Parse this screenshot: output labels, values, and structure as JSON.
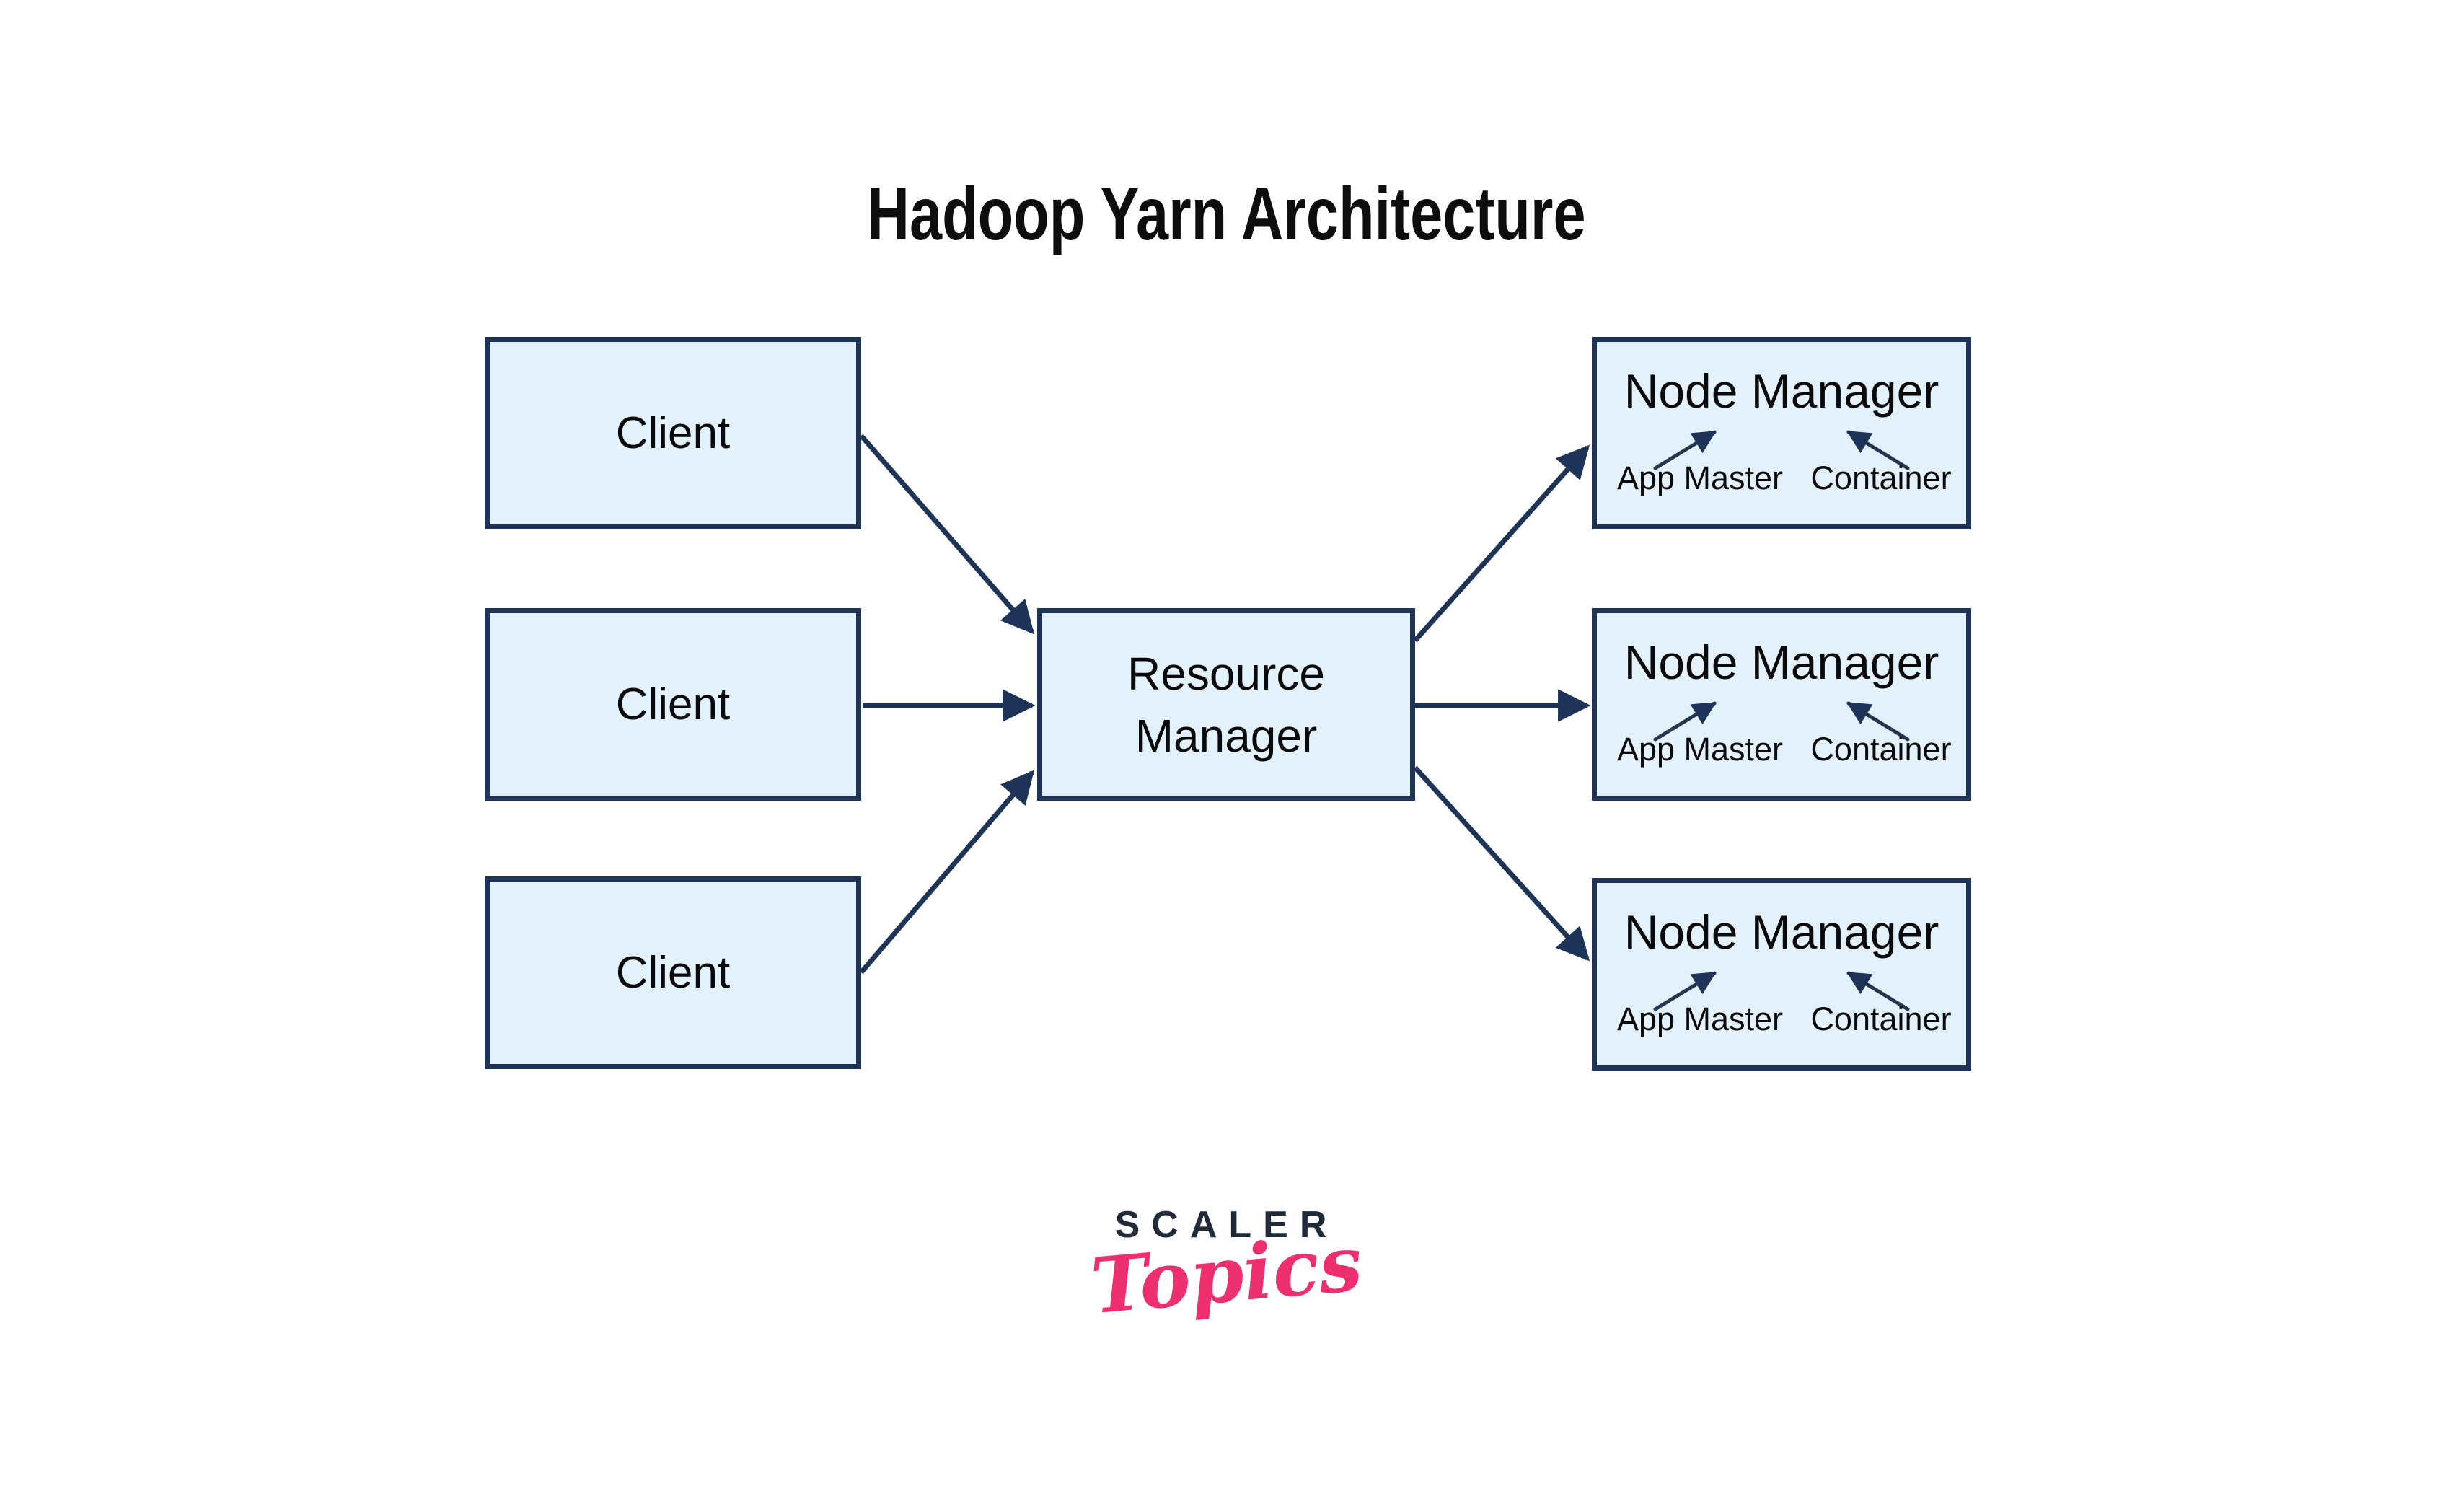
{
  "title": "Hadoop Yarn Architecture",
  "clients": [
    {
      "label": "Client"
    },
    {
      "label": "Client"
    },
    {
      "label": "Client"
    }
  ],
  "resource_manager": {
    "line1": "Resource",
    "line2": "Manager"
  },
  "node_managers": [
    {
      "title": "Node Manager",
      "left_label": "App Master",
      "right_label": "Container"
    },
    {
      "title": "Node Manager",
      "left_label": "App Master",
      "right_label": "Container"
    },
    {
      "title": "Node Manager",
      "left_label": "App Master",
      "right_label": "Container"
    }
  ],
  "edges": [
    {
      "from": "client-1",
      "to": "resource-manager"
    },
    {
      "from": "client-2",
      "to": "resource-manager"
    },
    {
      "from": "client-3",
      "to": "resource-manager"
    },
    {
      "from": "resource-manager",
      "to": "node-manager-1"
    },
    {
      "from": "resource-manager",
      "to": "node-manager-2"
    },
    {
      "from": "resource-manager",
      "to": "node-manager-3"
    },
    {
      "from": "app-master",
      "to": "node-manager"
    },
    {
      "from": "container",
      "to": "node-manager"
    }
  ],
  "logo": {
    "brand": "SCALER",
    "product": "Topics"
  },
  "colors": {
    "background": "#ffffff",
    "box_fill": "#e3f1fc",
    "box_border": "#1d3357",
    "arrow": "#1d3357",
    "text": "#0a0a0a",
    "title_text": "#0d0d0d",
    "logo_primary": "#1f2b39",
    "logo_accent": "#ee2f6e"
  }
}
